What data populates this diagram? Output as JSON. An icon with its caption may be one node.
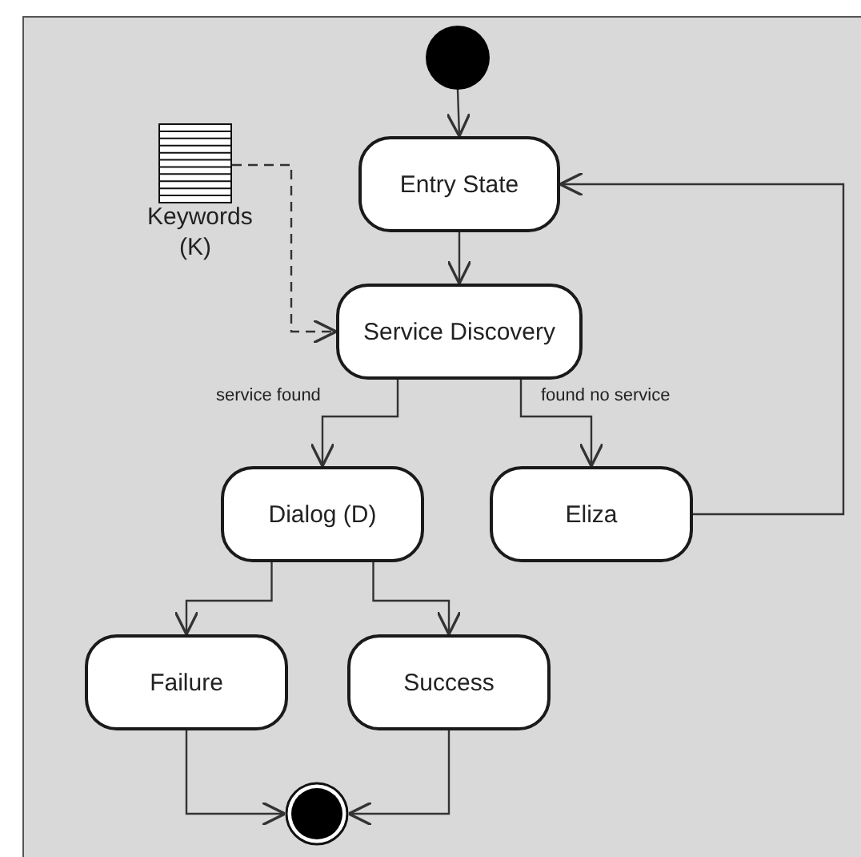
{
  "diagram": {
    "nodes": [
      {
        "text": [],
        "shape": "circle"
      },
      {
        "text": [
          "Keywords (K)"
        ]
      },
      {
        "text": [
          "Entry State"
        ]
      },
      {
        "text": [
          "Service Discovery"
        ]
      },
      {
        "text": [
          "Dialog (D)"
        ]
      },
      {
        "text": [
          "Eliza"
        ]
      },
      {
        "text": [
          "Failure"
        ]
      },
      {
        "text": [
          "Success"
        ]
      },
      {
        "text": [],
        "shape": "circle"
      }
    ],
    "edges": [
      {
        "from": 0,
        "to": 2,
        "arrow": "to"
      },
      {
        "from": 2,
        "to": 3,
        "arrow": "to"
      },
      {
        "from": 1,
        "to": 3,
        "arrow": "to",
        "style": "dashed"
      },
      {
        "from": 3,
        "to": 4,
        "arrow": "to",
        "label": "service found"
      },
      {
        "from": 3,
        "to": 5,
        "arrow": "to",
        "label": "found no service"
      },
      {
        "from": 5,
        "to": 2,
        "arrow": "to"
      },
      {
        "from": 4,
        "to": 6,
        "arrow": "to"
      },
      {
        "from": 4,
        "to": 7,
        "arrow": "to"
      },
      {
        "from": 6,
        "to": 8,
        "arrow": "to"
      },
      {
        "from": 7,
        "to": 8,
        "arrow": "to"
      }
    ]
  }
}
